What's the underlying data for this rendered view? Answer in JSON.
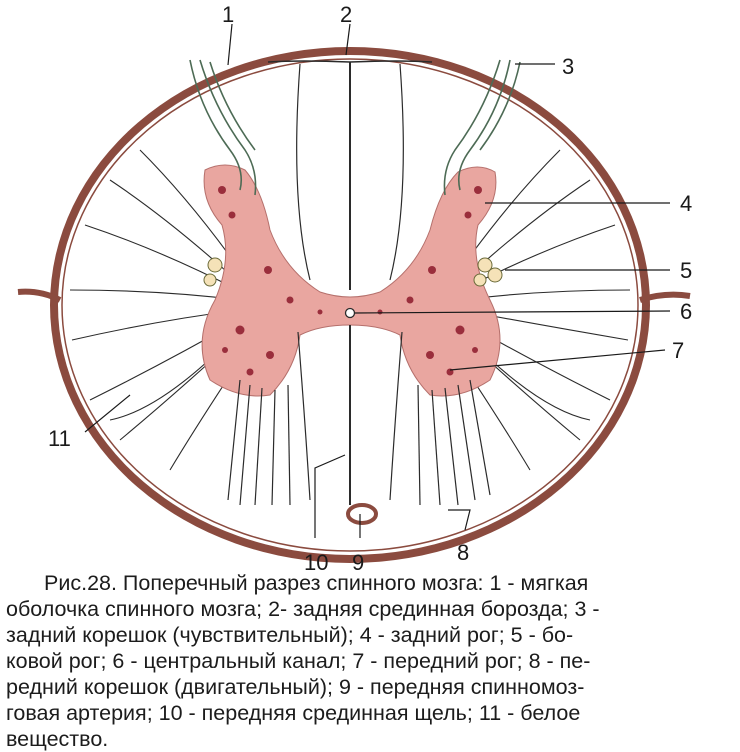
{
  "figure": {
    "callouts": [
      "1",
      "2",
      "3",
      "4",
      "5",
      "6",
      "7",
      "8",
      "9",
      "10",
      "11"
    ],
    "colors": {
      "pia_mater": "#8b4b3f",
      "grey_matter": "#e9a6a0",
      "cell_clusters": "#9a2e3c",
      "white_matter": "#ffffff",
      "ink": "#2b2b2b"
    }
  },
  "caption": {
    "lines": [
      "Рис.28. Поперечный разрез спинного мозга: 1 - мягкая",
      "оболочка спинного мозга; 2- задняя срединная борозда; 3 -",
      "задний корешок (чувствительный);  4 - задний рог;  5 - бо-",
      "ковой рог; 6 - центральный канал; 7 - передний рог; 8 - пе-",
      "редний корешок (двигательный); 9 - передняя  спинномоз-",
      "говая артерия; 10 - передняя срединная щель;  11 - белое",
      "вещество."
    ]
  }
}
